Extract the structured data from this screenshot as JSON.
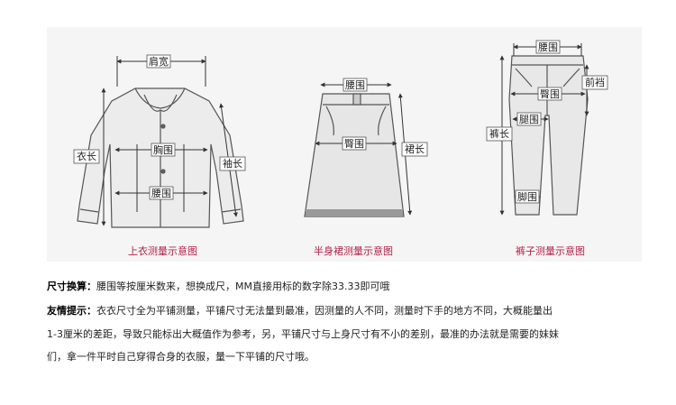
{
  "labels": {
    "shoulder_width": "肩宽",
    "chest": "胸围",
    "waist": "腰围",
    "length": "衣长",
    "sleeve": "袖长",
    "hip": "臀围",
    "skirt_length": "裙长",
    "front_rise": "前裆",
    "pants_length": "裤长",
    "thigh": "腿围",
    "leg_opening": "脚围"
  },
  "captions": {
    "top": "上衣测量示意图",
    "skirt": "半身裙测量示意图",
    "pants": "裤子测量示意图"
  },
  "notes": {
    "size_title": "尺寸换算：",
    "size_text": "腰围等按厘米数来，想换成尺，MM直接用标的数字除33.33即可哦",
    "tip_title": "友情提示：",
    "tip_line1": "衣衣尺寸全为平铺测量，平铺尺寸无法量到最准，因测量的人不同，测量时下手的地方不同，大概能量出",
    "tip_line2": "1-3厘米的差距，导致只能标出大概值作为参考，另，平铺尺寸与上身尺寸有不小的差别，最准的办法就是需要的妹妹",
    "tip_line3": "们，拿一件平时自己穿得合身的衣服，量一下平铺的尺寸哦。"
  },
  "colors": {
    "caption": "#b3224a",
    "panel": "#f5f5f5",
    "line": "#333333"
  }
}
